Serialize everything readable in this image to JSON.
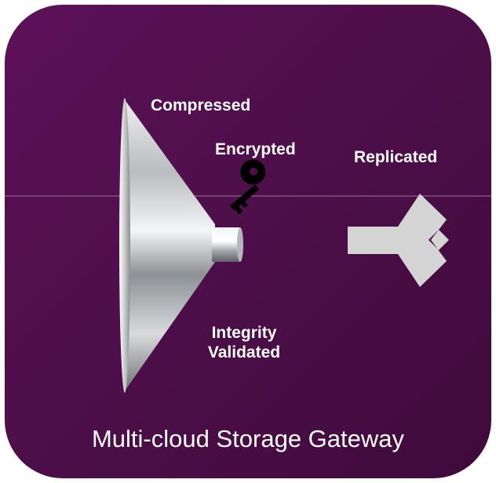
{
  "labels": {
    "compressed": "Compressed",
    "encrypted": "Encrypted",
    "replicated": "Replicated",
    "integrity_line1": "Integrity",
    "integrity_line2": "Validated"
  },
  "title": "Multi-cloud Storage Gateway",
  "icons": [
    "funnel-icon",
    "key-icon",
    "split-arrow-icon"
  ],
  "colors": {
    "background": "#4e0f4a",
    "text": "#ffffff",
    "arrow": "#d4d4d4",
    "key": "#000000"
  }
}
